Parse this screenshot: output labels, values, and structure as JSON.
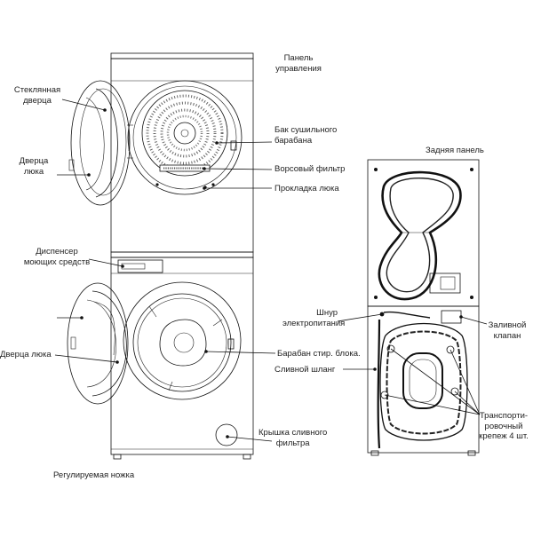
{
  "labels": {
    "control_panel": "Панель\nуправления",
    "glass_door": "Стеклянная\nдверца",
    "hatch_door_top": "Дверца\nлюка",
    "dryer_drum": "Бак сушильного\nбарабана",
    "lint_filter": "Ворсовый фильтр",
    "hatch_gasket": "Прокладка люка",
    "rear_panel": "Задняя панель",
    "detergent_dispenser": "Диспенсер\nмоющих средств",
    "hatch_door_bottom": "Дверца люка",
    "washer_drum": "Барабан стир. блока.",
    "drain_hose": "Сливной шланг",
    "power_cord": "Шнур\nэлектропитания",
    "inlet_valve": "Заливной\nклапан",
    "transport_bolts": "Транспорти-\nровочный\nкрепеж 4 шт.",
    "drain_filter_cover": "Крышка сливного\nфильтра",
    "adjustable_foot": "Регулируемая ножка"
  }
}
